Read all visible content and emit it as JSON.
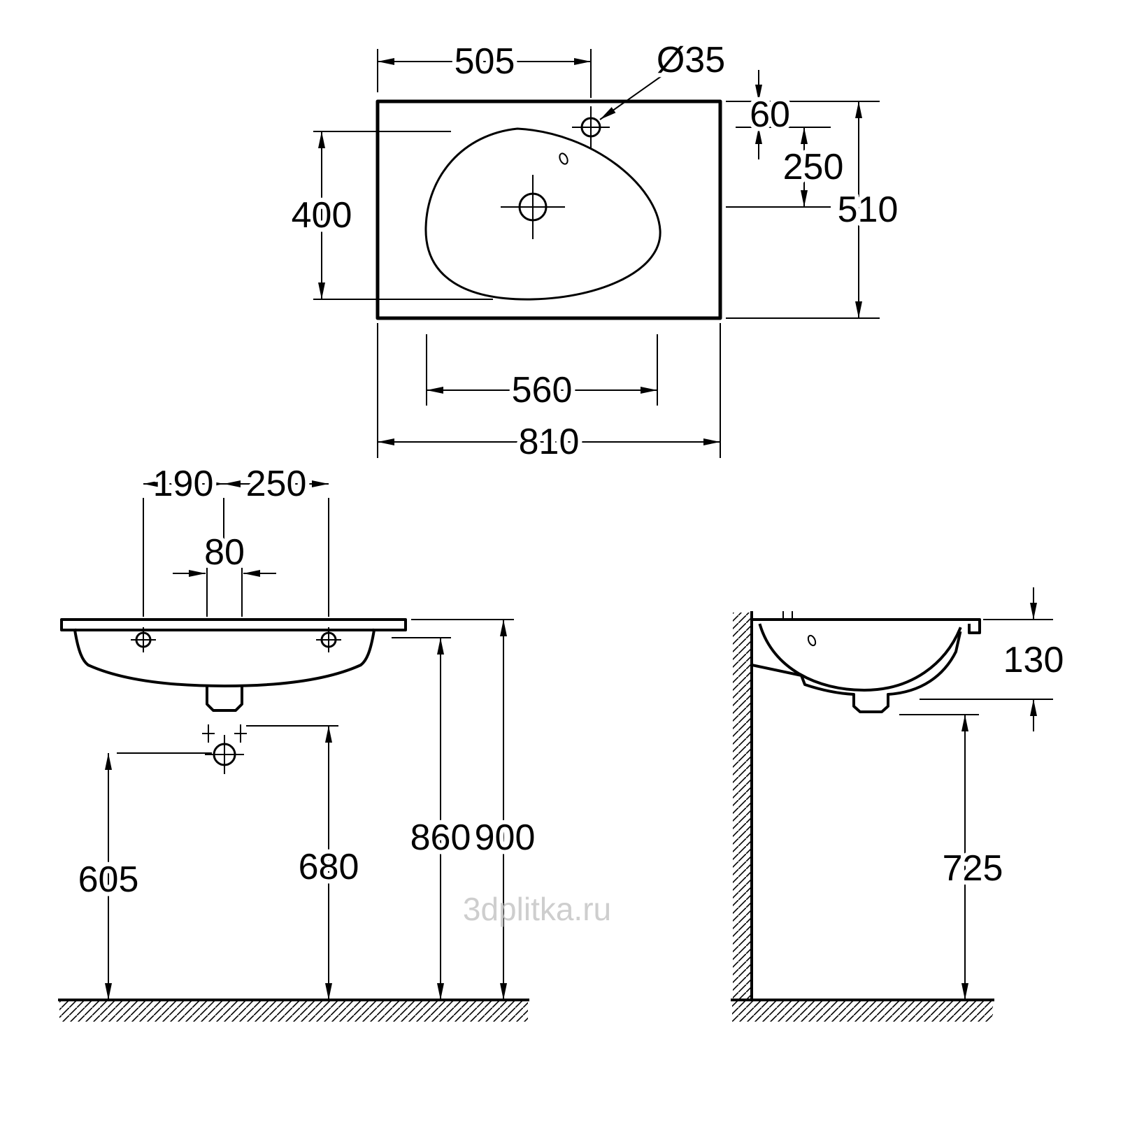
{
  "watermark": "3dplitka.ru",
  "top_view": {
    "dim_left_edge_to_faucet": "505",
    "faucet_hole_diameter": "Ø35",
    "dim_edge_to_faucet_hole": "60",
    "dim_faucet_to_drain": "250",
    "dim_total_depth": "510",
    "dim_basin_length": "400",
    "dim_basin_width": "560",
    "dim_total_width": "810"
  },
  "front_view": {
    "dim_faucet_left_offset": "190",
    "dim_faucet_right_offset": "250",
    "dim_drain_width": "80",
    "dim_underside_height": "860",
    "dim_rim_height": "900",
    "dim_trap_height": "680",
    "dim_siphon_height": "605"
  },
  "side_view": {
    "dim_front_height": "130",
    "dim_clearance_height": "725"
  }
}
